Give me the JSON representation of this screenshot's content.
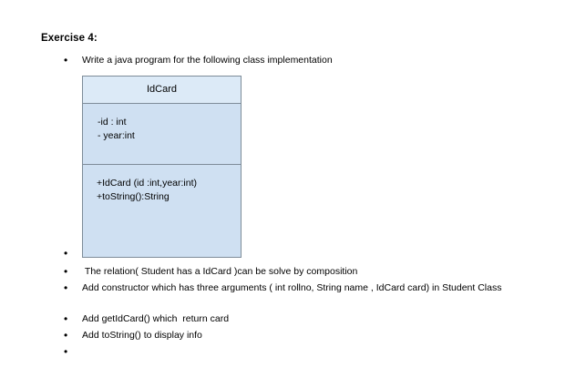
{
  "document": {
    "title": "Exercise 4:",
    "bullets": [
      {
        "id": "write-program",
        "text": "Write a java program for the following class implementation"
      },
      {
        "id": "empty-after-diagram",
        "text": ""
      },
      {
        "id": "relation-composition",
        "text": " The relation( Student has a IdCard )can be solve by composition"
      },
      {
        "id": "add-constructor",
        "text": "Add constructor which has three arguments ( int rollno, String name , IdCard card) in Student Class"
      },
      {
        "id": "add-getidcard",
        "text": "Add getIdCard() which  return card"
      },
      {
        "id": "add-tostring",
        "text": "Add toString() to display info"
      },
      {
        "id": "empty-last",
        "text": ""
      }
    ]
  },
  "uml": {
    "class_name": "IdCard",
    "attributes": [
      "-id : int",
      "- year:int"
    ],
    "methods": [
      "+IdCard (id :int,year:int)",
      "+toString():String"
    ],
    "colors": {
      "fill": "#cfe0f2",
      "header_fill": "#dceaf7",
      "border": "#7e8c99"
    }
  },
  "page": {
    "background": "#ffffff",
    "text_color": "#000000"
  }
}
